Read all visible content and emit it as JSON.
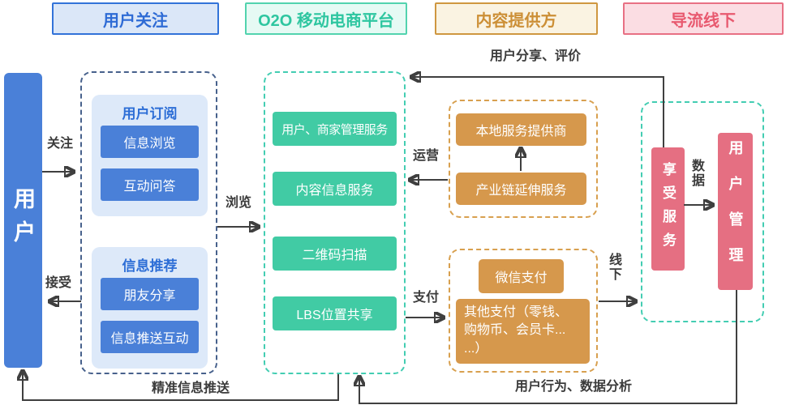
{
  "colors": {
    "blue": "#4a80d8",
    "blue_accent": "#2d6ed6",
    "blue_panel": "#dde9f9",
    "blue_dashed": "#47618c",
    "teal": "#41cba4",
    "teal_accent": "#2ec6a0",
    "teal_dashed": "#43cdb2",
    "orange": "#d6984c",
    "orange_accent": "#cc8f36",
    "orange_dashed": "#d8a04f",
    "pink": "#e56f82",
    "pink_accent": "#e8596f",
    "line": "#3f3f3f"
  },
  "headers": {
    "user_follow": "用户关注",
    "platform": "O2O 移动电商平台",
    "content_provider": "内容提供方",
    "offline": "导流线下"
  },
  "user": {
    "label": "用户"
  },
  "user_panel": {
    "subscribe_title": "用户订阅",
    "subscribe_items": [
      "信息浏览",
      "互动问答"
    ],
    "recommend_title": "信息推荐",
    "recommend_items": [
      "朋友分享",
      "信息推送互动"
    ]
  },
  "platform_services": [
    "用户、商家管理服务",
    "内容信息服务",
    "二维码扫描",
    "LBS位置共享"
  ],
  "content_provider": [
    "本地服务提供商",
    "产业链延伸服务"
  ],
  "payment": {
    "wechat": "微信支付",
    "other": "其他支付（零钱、\n购物币、会员卡...\n...）"
  },
  "offline_boxes": [
    "享受服务",
    "用户管理"
  ],
  "labels": {
    "follow": "关注",
    "accept": "接受",
    "browse": "浏览",
    "share": "用户分享、评价",
    "operate": "运营",
    "pay": "支付",
    "offline": "线下",
    "data": "数据",
    "push": "精准信息推送",
    "analysis": "用户行为、数据分析"
  }
}
